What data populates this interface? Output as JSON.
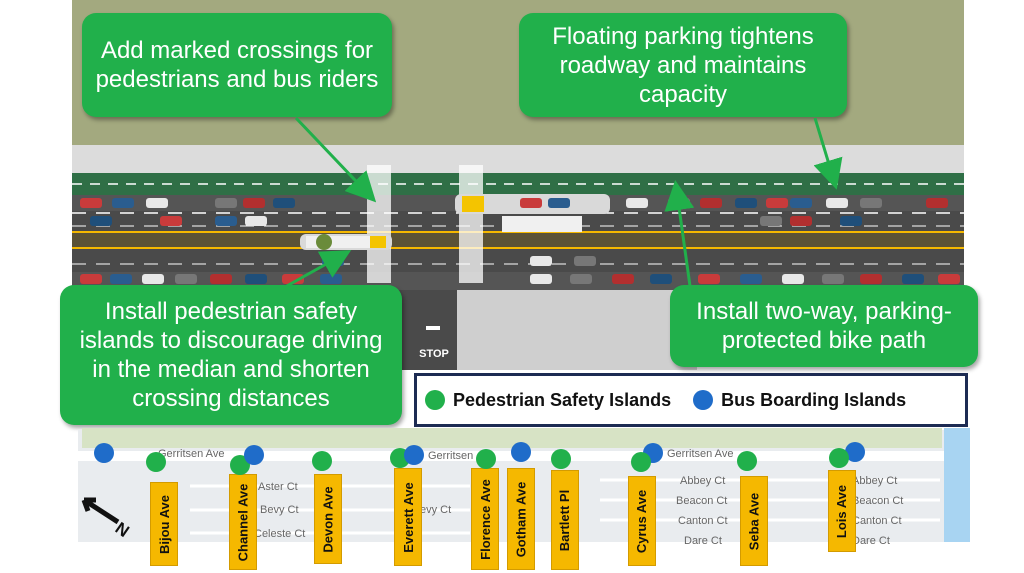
{
  "colors": {
    "grass": "#a3a97f",
    "sidewalk": "#dcdcdc",
    "roadway": "#4a4a4a",
    "bike_path": "#2f6f46",
    "median_yellow": "#f5b800",
    "callout_green": "#21b04b",
    "pedestrian_dot": "#21b04b",
    "bus_dot": "#1f6cc9",
    "street_sign": "#f5b800"
  },
  "callouts": {
    "crossings": "Add marked crossings for pedestrians and bus riders",
    "parking": "Floating parking tightens roadway and maintains capacity",
    "islands": "Install pedestrian safety islands to discourage driving in the median and shorten crossing distances",
    "bike_path": "Install two-way, parking-protected bike path"
  },
  "road": {
    "stop_text": "STOP"
  },
  "legend": {
    "pedestrian_label": "Pedestrian Safety Islands",
    "bus_label": "Bus Boarding Islands"
  },
  "map": {
    "north_label": "N",
    "street_labels": {
      "gerritsen_left": "Gerritsen Ave",
      "gerritsen_mid": "Gerritsen",
      "gerritsen_right": "Gerritsen Ave",
      "aster": "Aster Ct",
      "bevy": "Bevy Ct",
      "celeste": "Celeste Ct",
      "evy": "evy Ct",
      "abbey": "Abbey Ct",
      "beacon": "Beacon Ct",
      "canton": "Canton Ct",
      "dare": "Dare Ct",
      "abbey2": "Abbey Ct",
      "beacon2": "Beacon Ct",
      "canton2": "Canton Ct",
      "dare2": "Dare Ct"
    },
    "cross_streets": [
      "Bijou Ave",
      "Channel Ave",
      "Devon Ave",
      "Everett Ave",
      "Florence Ave",
      "Gotham Ave",
      "Bartlett Pl",
      "Cyrus Ave",
      "Seba Ave",
      "Lois Ave"
    ],
    "pedestrian_islands": [
      "Bijou Ave",
      "Channel Ave",
      "Devon Ave",
      "Everett Ave",
      "Florence Ave",
      "Bartlett Pl",
      "Cyrus Ave",
      "Seba Ave",
      "Lois Ave"
    ],
    "bus_islands": [
      "Gerritsen Ave",
      "Channel Ave",
      "Everett Ave",
      "Gotham Ave",
      "Cyrus Ave",
      "Lois Ave"
    ]
  }
}
